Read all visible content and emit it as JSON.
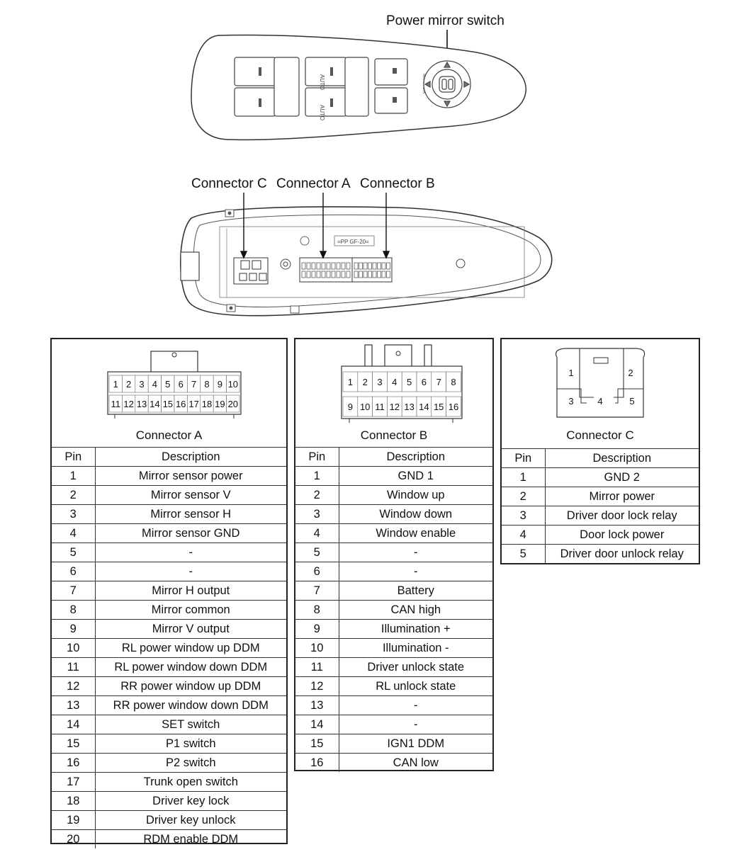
{
  "top_label": "Power mirror switch",
  "callouts": {
    "c": "Connector C",
    "a": "Connector A",
    "b": "Connector B"
  },
  "switch_small_text": {
    "mirror": "MIRROR",
    "auto": "AUTO"
  },
  "housing_text": "=PP GF-20=",
  "connectors": {
    "a": {
      "name": "Connector A",
      "pins_row1": [
        "1",
        "2",
        "3",
        "4",
        "5",
        "6",
        "7",
        "8",
        "9",
        "10"
      ],
      "pins_row2": [
        "11",
        "12",
        "13",
        "14",
        "15",
        "16",
        "17",
        "18",
        "19",
        "20"
      ],
      "header": {
        "pin": "Pin",
        "desc": "Description"
      },
      "rows": [
        {
          "pin": "1",
          "desc": "Mirror sensor power"
        },
        {
          "pin": "2",
          "desc": "Mirror sensor V"
        },
        {
          "pin": "3",
          "desc": "Mirror sensor H"
        },
        {
          "pin": "4",
          "desc": "Mirror sensor GND"
        },
        {
          "pin": "5",
          "desc": "-"
        },
        {
          "pin": "6",
          "desc": "-"
        },
        {
          "pin": "7",
          "desc": "Mirror H output"
        },
        {
          "pin": "8",
          "desc": "Mirror common"
        },
        {
          "pin": "9",
          "desc": "Mirror V output"
        },
        {
          "pin": "10",
          "desc": "RL power window up DDM"
        },
        {
          "pin": "11",
          "desc": "RL power window down DDM"
        },
        {
          "pin": "12",
          "desc": "RR power window up DDM"
        },
        {
          "pin": "13",
          "desc": "RR power window down DDM"
        },
        {
          "pin": "14",
          "desc": "SET switch"
        },
        {
          "pin": "15",
          "desc": "P1 switch"
        },
        {
          "pin": "16",
          "desc": "P2 switch"
        },
        {
          "pin": "17",
          "desc": "Trunk open switch"
        },
        {
          "pin": "18",
          "desc": "Driver key lock"
        },
        {
          "pin": "19",
          "desc": "Driver key unlock"
        },
        {
          "pin": "20",
          "desc": "RDM enable DDM"
        }
      ]
    },
    "b": {
      "name": "Connector B",
      "pins_row1": [
        "1",
        "2",
        "3",
        "4",
        "5",
        "6",
        "7",
        "8"
      ],
      "pins_row2": [
        "9",
        "10",
        "11",
        "12",
        "13",
        "14",
        "15",
        "16"
      ],
      "header": {
        "pin": "Pin",
        "desc": "Description"
      },
      "rows": [
        {
          "pin": "1",
          "desc": "GND 1"
        },
        {
          "pin": "2",
          "desc": "Window up"
        },
        {
          "pin": "3",
          "desc": "Window down"
        },
        {
          "pin": "4",
          "desc": "Window enable"
        },
        {
          "pin": "5",
          "desc": "-"
        },
        {
          "pin": "6",
          "desc": "-"
        },
        {
          "pin": "7",
          "desc": "Battery"
        },
        {
          "pin": "8",
          "desc": "CAN high"
        },
        {
          "pin": "9",
          "desc": "Illumination +"
        },
        {
          "pin": "10",
          "desc": "Illumination -"
        },
        {
          "pin": "11",
          "desc": "Driver unlock state"
        },
        {
          "pin": "12",
          "desc": "RL unlock state"
        },
        {
          "pin": "13",
          "desc": "-"
        },
        {
          "pin": "14",
          "desc": "-"
        },
        {
          "pin": "15",
          "desc": "IGN1 DDM"
        },
        {
          "pin": "16",
          "desc": "CAN low"
        }
      ]
    },
    "c": {
      "name": "Connector C",
      "pins": [
        "1",
        "2",
        "3",
        "4",
        "5"
      ],
      "header": {
        "pin": "Pin",
        "desc": "Description"
      },
      "rows": [
        {
          "pin": "1",
          "desc": "GND 2"
        },
        {
          "pin": "2",
          "desc": "Mirror power"
        },
        {
          "pin": "3",
          "desc": "Driver door lock relay"
        },
        {
          "pin": "4",
          "desc": "Door lock power"
        },
        {
          "pin": "5",
          "desc": "Driver door unlock relay"
        }
      ]
    }
  }
}
